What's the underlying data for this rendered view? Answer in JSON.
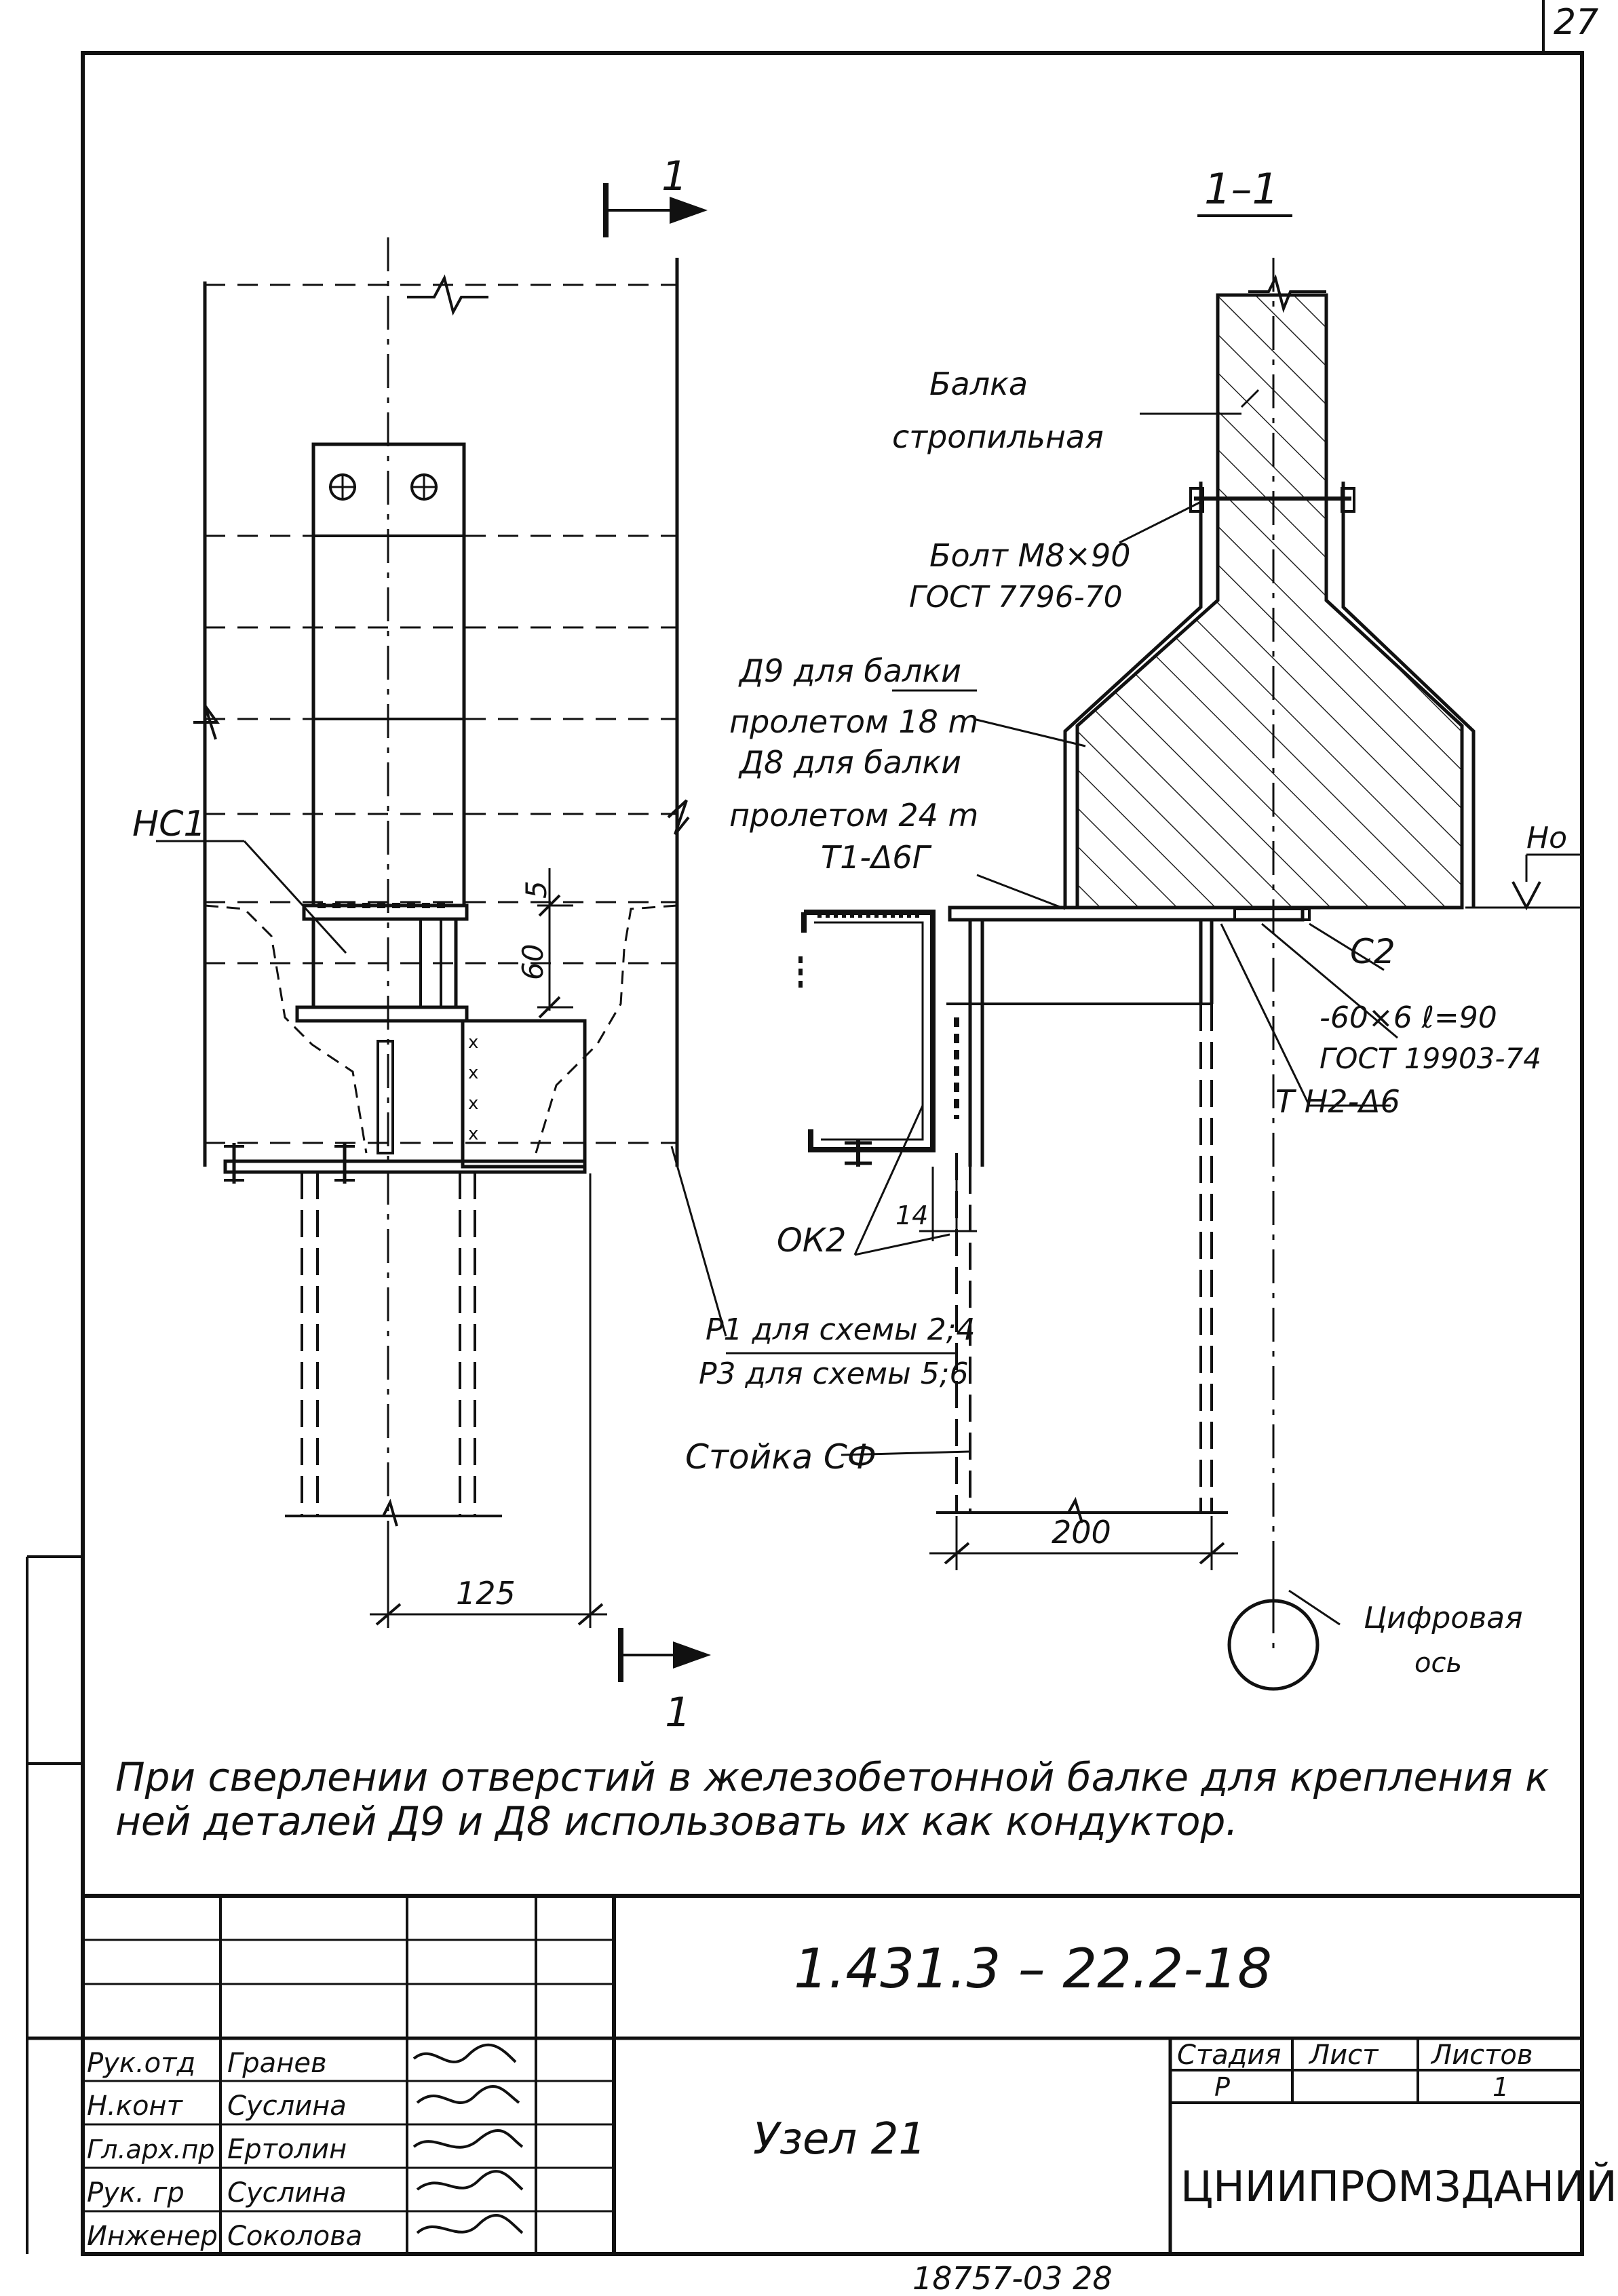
{
  "sheet_number": "27",
  "bottom_number": "18757-03   28",
  "left_view": {
    "section_marker": "1",
    "node_label": "НС1",
    "dim_5": "5",
    "dim_60": "60",
    "dim_125": "125"
  },
  "section_view": {
    "title": "1–1",
    "beam_label_1": "Балка",
    "beam_label_2": "стропильная",
    "bolt_label": "Болт М8×90",
    "bolt_gost": "ГОСТ 7796-70",
    "d9_line1": "Д9 для балки",
    "d9_line2": "пролетом 18 m",
    "d8_line1": "Д8 для балки",
    "d8_line2": "пролетом 24 m",
    "weld_t1": "Т1-Δ6Г",
    "level_mark": "Но",
    "c2_label": "С2",
    "plate_label": "-60×6 ℓ=90",
    "plate_gost": "ГОСТ 19903-74",
    "weld_h2": "Т Н2-Δ6",
    "ok2_label": "ОК2",
    "dim_14": "14",
    "p1_label": "Р1 для схемы 2;4",
    "p3_label": "Р3 для схемы 5;6",
    "column_label": "Стойка СФ",
    "dim_200": "200",
    "axis_label_1": "Цифровая",
    "axis_label_2": "ось"
  },
  "note": {
    "line1": "При сверлении отверстий в железобетонной балке для крепления к",
    "line2": "ней деталей Д9 и Д8 использовать их как кондуктор."
  },
  "title_block": {
    "doc_code": "1.431.3 – 22.2-18",
    "drawing_title": "Узел 21",
    "org": "ЦНИИПРОМЗДАНИЙ",
    "stage_header": "Стадия",
    "sheet_header": "Лист",
    "sheets_header": "Листов",
    "stage_value": "Р",
    "sheets_value": "1",
    "roles": [
      "Рук.отд",
      "Н.конт",
      "Гл.арх.пр",
      "Рук. гр",
      "Инженер"
    ],
    "names": [
      "Гранев",
      "Суслина",
      "Ертолин",
      "Суслина",
      "Соколова"
    ]
  }
}
